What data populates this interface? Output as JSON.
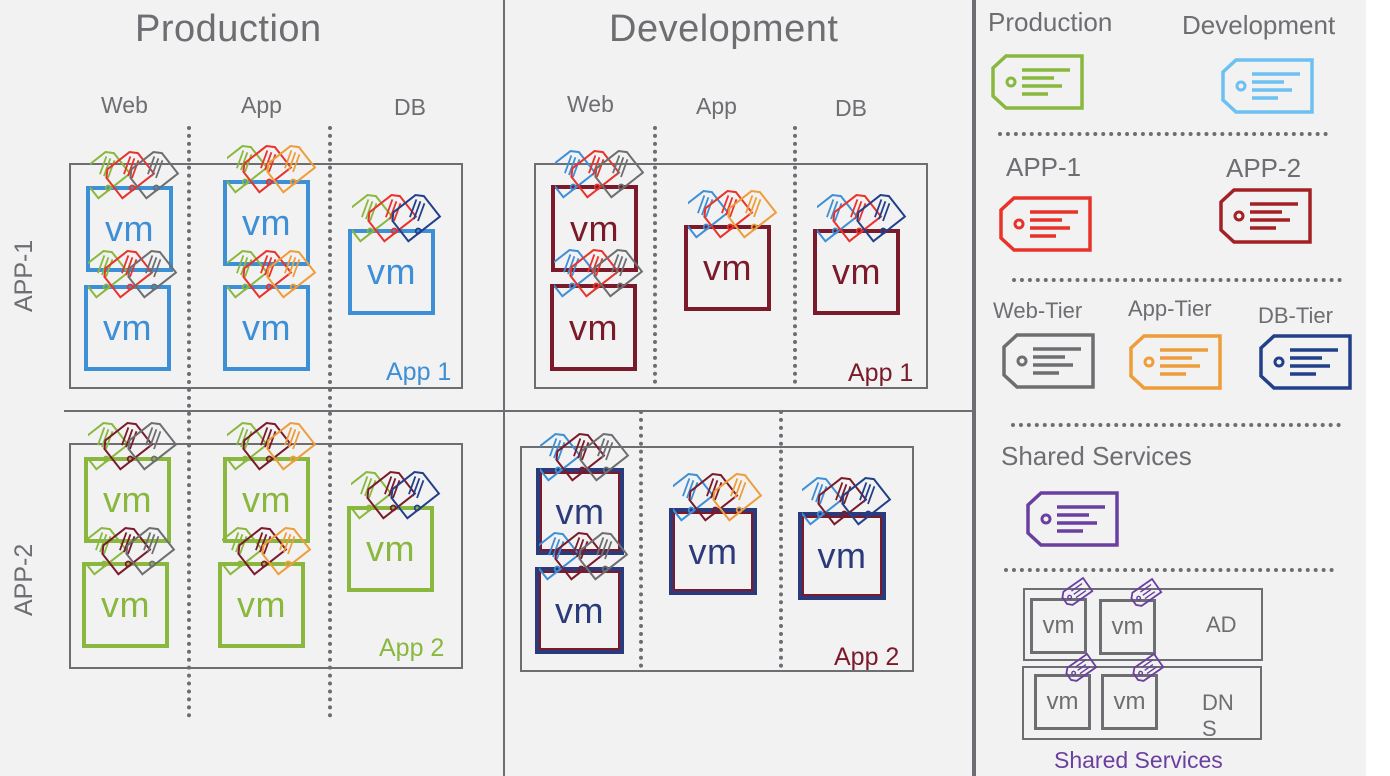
{
  "colors": {
    "production": "#8ab83e",
    "development": "#6cc0f2",
    "app1": "#e8322a",
    "app2": "#a32124",
    "web_tier": "#6d6e71",
    "app_tier": "#ee9d3b",
    "db_tier": "#22408a",
    "shared_services": "#6b3fa0",
    "vm_prod_app1": "#3d8fd6",
    "vm_prod_app2": "#8ab83e",
    "vm_dev_app1": "#7a1a2a",
    "vm_dev_app2_outer": "#2b3a7a",
    "vm_dev_app2_inner": "#7a1a2a",
    "dev_tag": "#3d8fd6",
    "app2_tag": "#7a1a2a"
  },
  "environments": [
    {
      "title": "Production",
      "tiers": [
        "Web",
        "App",
        "DB"
      ],
      "groups": [
        {
          "label": "App 1",
          "vm_label": "vm",
          "vm_counts": {
            "web": 2,
            "app": 2,
            "db": 1
          }
        },
        {
          "label": "App 2",
          "vm_label": "vm",
          "vm_counts": {
            "web": 2,
            "app": 2,
            "db": 1
          }
        }
      ]
    },
    {
      "title": "Development",
      "tiers": [
        "Web",
        "App",
        "DB"
      ],
      "groups": [
        {
          "label": "App 1",
          "vm_label": "vm",
          "vm_counts": {
            "web": 2,
            "app": 1,
            "db": 1
          }
        },
        {
          "label": "App 2",
          "vm_label": "vm",
          "vm_counts": {
            "web": 2,
            "app": 1,
            "db": 1
          }
        }
      ]
    }
  ],
  "row_labels": [
    "APP-1",
    "APP-2"
  ],
  "legend": {
    "environment": [
      {
        "label": "Production",
        "icon": "tag-icon",
        "color_key": "production"
      },
      {
        "label": "Development",
        "icon": "tag-icon",
        "color_key": "development"
      }
    ],
    "application": [
      {
        "label": "APP-1",
        "icon": "tag-icon",
        "color_key": "app1"
      },
      {
        "label": "APP-2",
        "icon": "tag-icon",
        "color_key": "app2"
      }
    ],
    "tier": [
      {
        "label": "Web-Tier",
        "icon": "tag-icon",
        "color_key": "web_tier"
      },
      {
        "label": "App-Tier",
        "icon": "tag-icon",
        "color_key": "app_tier"
      },
      {
        "label": "DB-Tier",
        "icon": "tag-icon",
        "color_key": "db_tier"
      }
    ],
    "shared": [
      {
        "label": "Shared Services",
        "icon": "tag-icon",
        "color_key": "shared_services"
      }
    ]
  },
  "shared_services": {
    "caption": "Shared Services",
    "groups": [
      {
        "label": "AD",
        "vms": [
          "vm",
          "vm"
        ]
      },
      {
        "label": "DN\nS",
        "vms": [
          "vm",
          "vm"
        ]
      }
    ]
  }
}
